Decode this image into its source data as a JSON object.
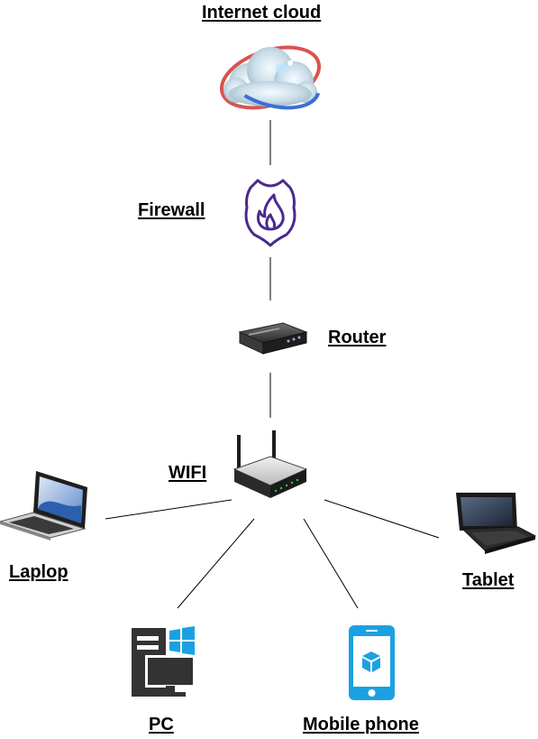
{
  "nodes": {
    "internet_cloud": {
      "label": "Internet cloud"
    },
    "firewall": {
      "label": "Firewall"
    },
    "router": {
      "label": "Router"
    },
    "wifi": {
      "label": "WIFI"
    },
    "laptop": {
      "label": "Laplop"
    },
    "tablet": {
      "label": "Tablet"
    },
    "pc": {
      "label": "PC"
    },
    "mobile": {
      "label": "Mobile phone"
    }
  },
  "edges": [
    [
      "internet_cloud",
      "firewall"
    ],
    [
      "firewall",
      "router"
    ],
    [
      "router",
      "wifi"
    ],
    [
      "wifi",
      "laptop"
    ],
    [
      "wifi",
      "tablet"
    ],
    [
      "wifi",
      "pc"
    ],
    [
      "wifi",
      "mobile"
    ]
  ],
  "colors": {
    "firewall": "#4a2a8c",
    "mobile": "#1ba1e2",
    "pc": "#333333",
    "windows": "#1ba1e2",
    "connector": "#000000"
  },
  "icons": {
    "internet_cloud": "globe-cloud-icon",
    "firewall": "shield-flame-icon",
    "router": "router-icon",
    "wifi": "wifi-access-point-icon",
    "laptop": "laptop-icon",
    "tablet": "tablet-icon",
    "pc": "desktop-pc-icon",
    "mobile": "mobile-phone-icon"
  }
}
